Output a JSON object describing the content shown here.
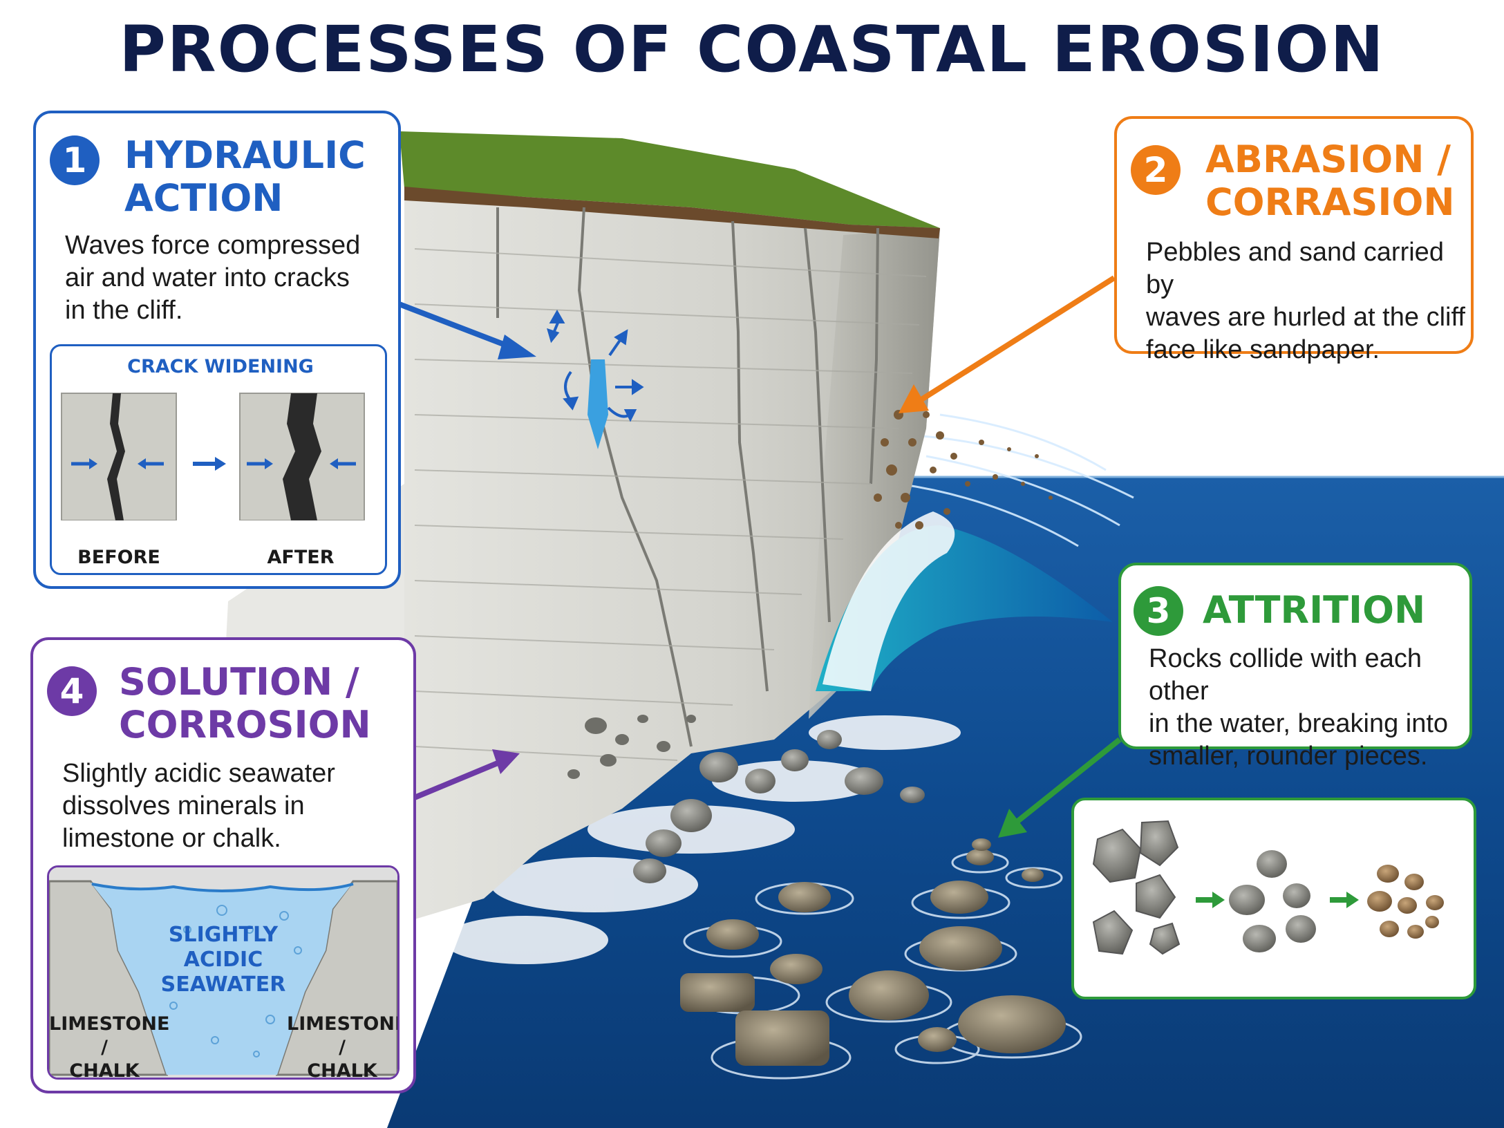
{
  "title": "PROCESSES OF COASTAL EROSION",
  "colors": {
    "hydraulic": "#1f5fc1",
    "abrasion": "#ef7d16",
    "attrition": "#2e9a3a",
    "solution": "#6d3aa6",
    "title": "#0f1d4a",
    "sea": "#0d4a8c"
  },
  "processes": [
    {
      "number": "1",
      "heading": "HYDRAULIC\nACTION",
      "text": "Waves force compressed\nair and water into cracks\nin the cliff.",
      "inset": {
        "title": "CRACK WIDENING",
        "before": "BEFORE",
        "after": "AFTER"
      }
    },
    {
      "number": "2",
      "heading": "ABRASION /\nCORRASION",
      "text": "Pebbles and sand carried by\nwaves are hurled at the cliff\nface like sandpaper."
    },
    {
      "number": "3",
      "heading": "ATTRITION",
      "text": "Rocks collide with each other\nin the water, breaking into\nsmaller, rounder pieces."
    },
    {
      "number": "4",
      "heading": "SOLUTION /\nCORROSION",
      "text": "Slightly acidic seawater\ndissolves minerals in\nlimestone or chalk.",
      "inset": {
        "water": "SLIGHTLY ACIDIC\nSEAWATER",
        "rock_left": "LIMESTONE /\nCHALK",
        "rock_right": "LIMESTONE /\nCHALK"
      }
    }
  ]
}
